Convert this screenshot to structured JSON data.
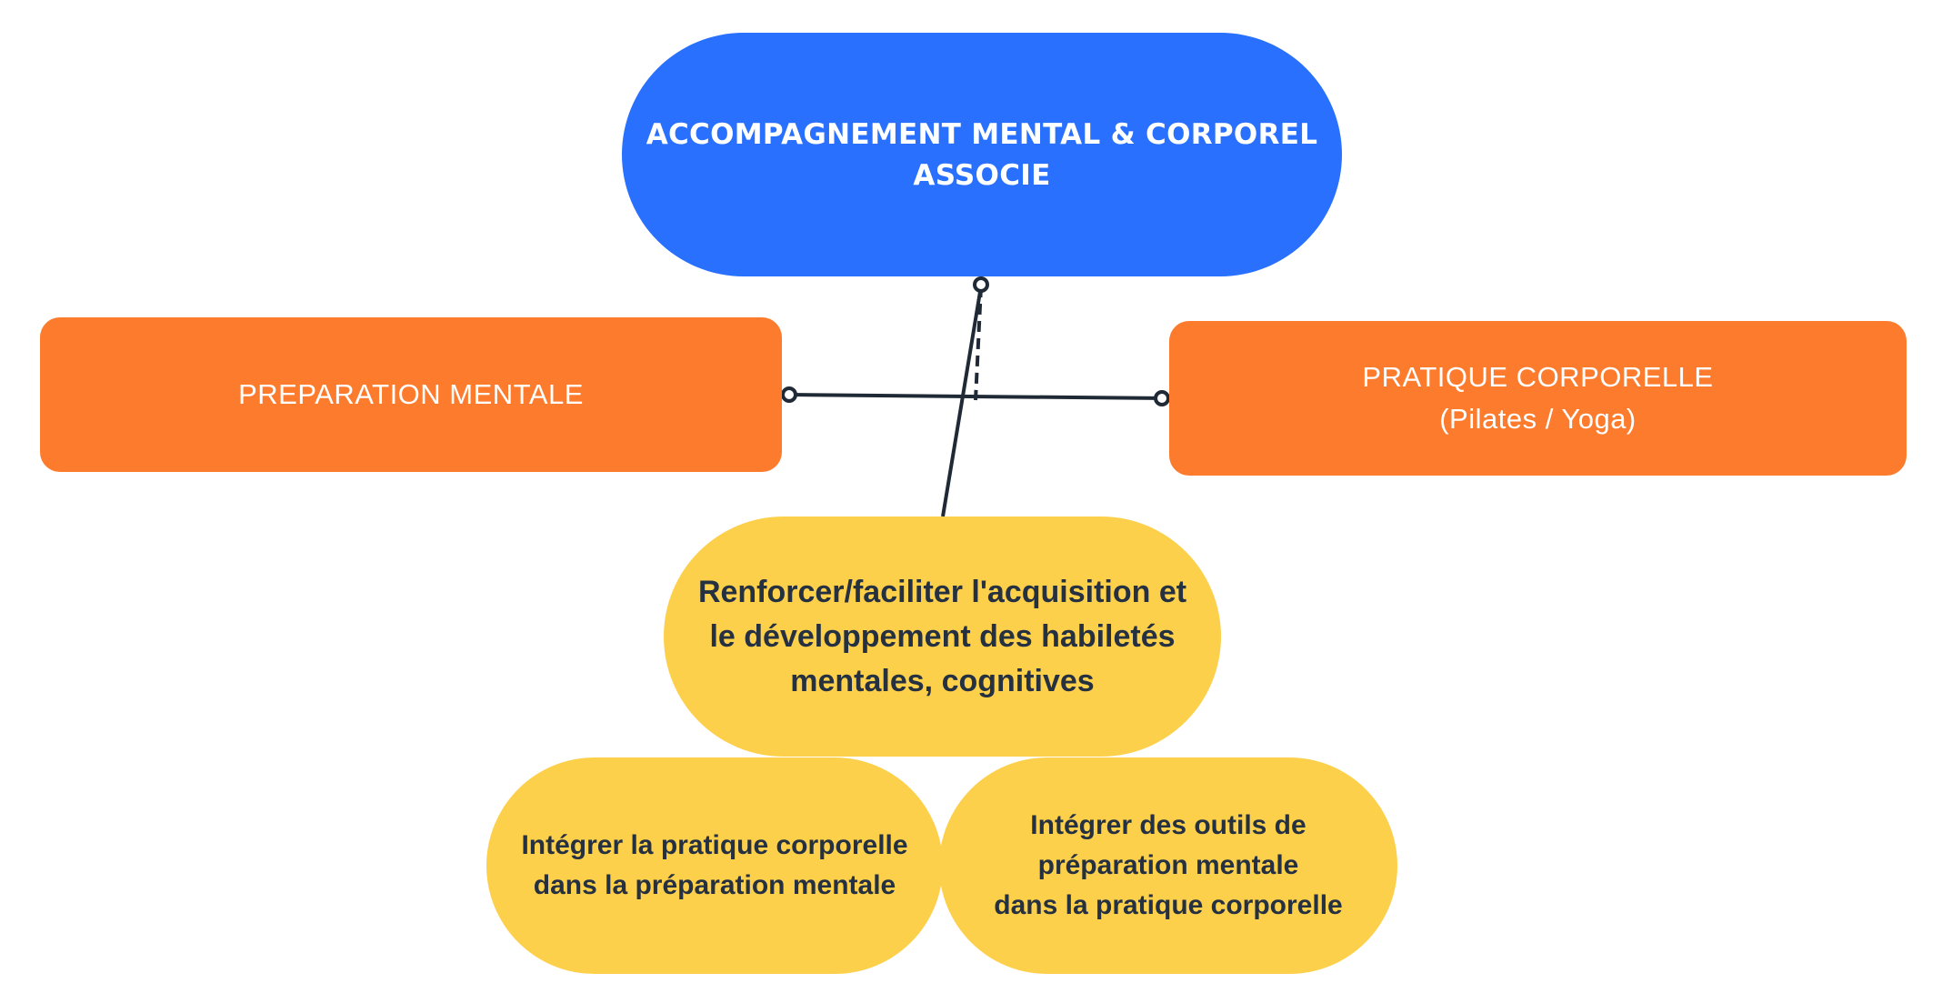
{
  "diagram": {
    "root": {
      "text": "ACCOMPAGNEMENT MENTAL & CORPOREL\nASSOCIE"
    },
    "left": {
      "text": "PREPARATION MENTALE"
    },
    "right": {
      "text": "PRATIQUE CORPORELLE\n(Pilates / Yoga)"
    },
    "center": {
      "text": "Renforcer/faciliter l'acquisition et le développement des habiletés mentales, cognitives"
    },
    "bottom_left": {
      "text": "Intégrer la pratique corporelle\ndans la préparation mentale"
    },
    "bottom_right": {
      "text": "Intégrer des outils de\npréparation mentale\ndans la pratique corporelle"
    }
  },
  "colors": {
    "root": "#2870fd",
    "branch": "#fd7b2c",
    "leaf": "#fdd04c",
    "connector": "#1f2a36"
  }
}
